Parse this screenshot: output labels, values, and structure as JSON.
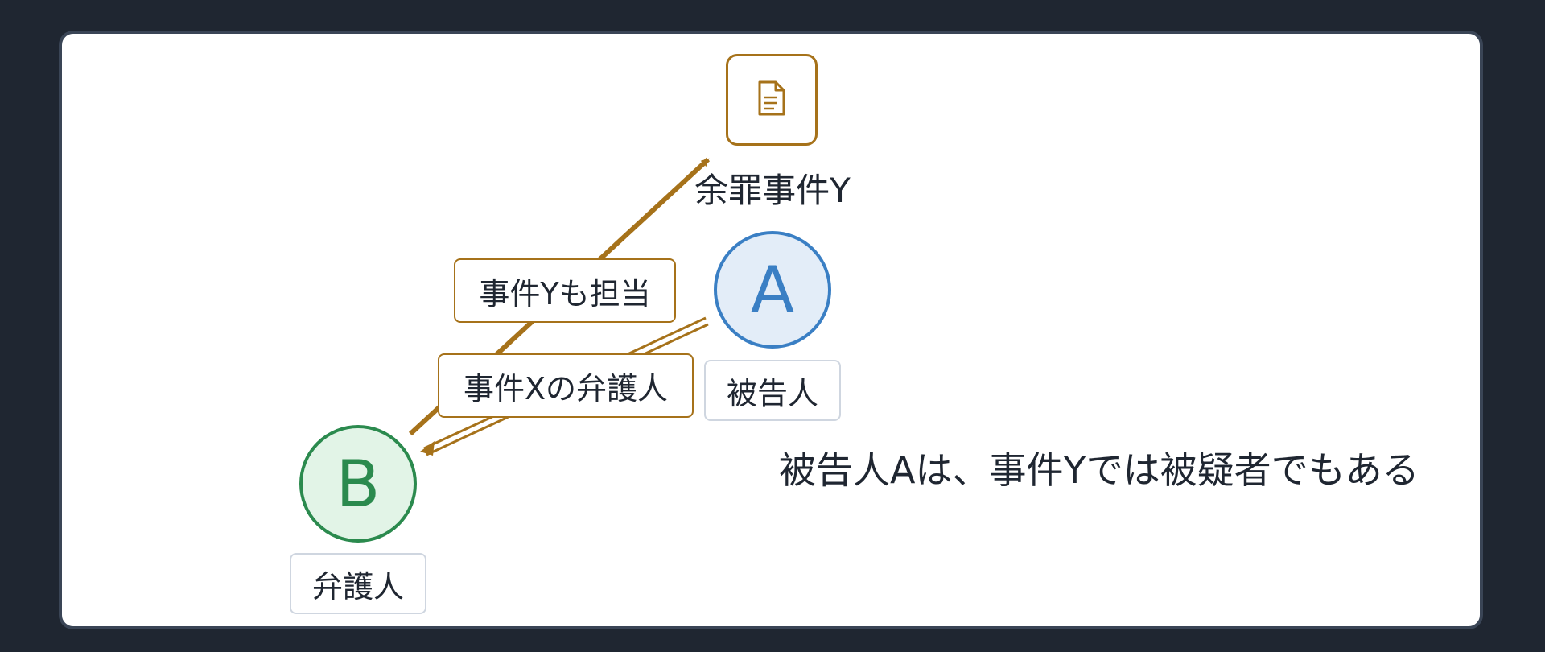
{
  "colors": {
    "background": "#1f2631",
    "edge": "#a6721a",
    "defendant": "#3a7fc4",
    "lawyer": "#2b8a4e"
  },
  "nodes": {
    "case_y": {
      "icon": "document-icon",
      "label": "余罪事件Y"
    },
    "a": {
      "letter": "A",
      "role": "被告人"
    },
    "b": {
      "letter": "B",
      "role": "弁護人"
    }
  },
  "edges": {
    "b_to_case_y": "事件Yも担当",
    "a_to_b": "事件Xの弁護人"
  },
  "note": "被告人Aは、事件Yでは被疑者でもある"
}
